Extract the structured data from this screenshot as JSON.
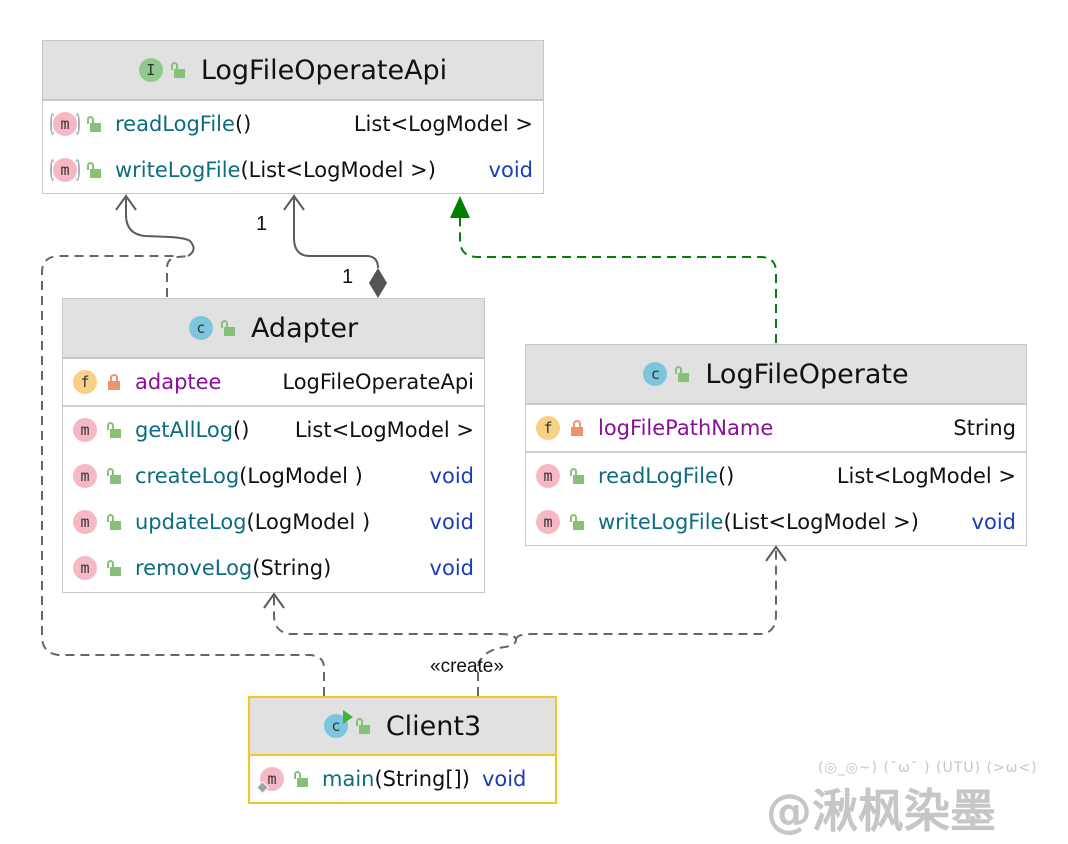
{
  "diagram": {
    "type": "UML class diagram",
    "classes": {
      "api": {
        "name": "LogFileOperateApi",
        "kind": "interface",
        "kind_icon": "I",
        "methods": [
          {
            "name": "readLogFile",
            "params": " ()",
            "type": "List<LogModel >",
            "abstract": true
          },
          {
            "name": "writeLogFile",
            "params": "(List<LogModel >)",
            "type": "void",
            "abstract": true
          }
        ]
      },
      "adapter": {
        "name": "Adapter",
        "kind": "class",
        "kind_icon": "c",
        "fields": [
          {
            "name": "adaptee",
            "type": "LogFileOperateApi",
            "visibility": "private"
          }
        ],
        "methods": [
          {
            "name": "getAllLog",
            "params": "()",
            "type": "List<LogModel >"
          },
          {
            "name": "createLog",
            "params": "(LogModel )",
            "type": "void"
          },
          {
            "name": "updateLog",
            "params": "(LogModel )",
            "type": "void"
          },
          {
            "name": "removeLog",
            "params": "(String)",
            "type": "void"
          }
        ]
      },
      "operate": {
        "name": "LogFileOperate",
        "kind": "class",
        "kind_icon": "c",
        "fields": [
          {
            "name": "logFilePathName",
            "type": "String",
            "visibility": "private",
            "final": true
          }
        ],
        "methods": [
          {
            "name": "readLogFile",
            "params": " ()",
            "type": "List<LogModel >"
          },
          {
            "name": "writeLogFile",
            "params": "(List<LogModel >)",
            "type": "void"
          }
        ]
      },
      "client": {
        "name": "Client3",
        "kind": "runnable class",
        "kind_icon": "c",
        "selected": true,
        "methods": [
          {
            "name": "main",
            "params": "(String[])",
            "type": "void",
            "static": true
          }
        ]
      }
    },
    "relations": [
      {
        "from": "Adapter",
        "to": "LogFileOperateApi",
        "kind": "realization-dependency",
        "style": "solid-open-arrow"
      },
      {
        "from": "Adapter",
        "to": "LogFileOperateApi",
        "kind": "composition",
        "source_multiplicity": "1",
        "target_multiplicity": "1"
      },
      {
        "from": "LogFileOperate",
        "to": "LogFileOperateApi",
        "kind": "implements",
        "color": "#008000"
      },
      {
        "from": "Client3",
        "to": "Adapter",
        "kind": "dependency",
        "label": "«create»"
      },
      {
        "from": "Client3",
        "to": "LogFileOperate",
        "kind": "dependency",
        "label": "«create»"
      },
      {
        "from": "Client3",
        "to": "LogFileOperateApi",
        "kind": "dependency"
      }
    ],
    "labels": {
      "mult_target": "1",
      "mult_source": "1",
      "create": "«create»"
    },
    "watermark": {
      "emoticons": "(◎_◎~) (˘ω˘ ) (UTU) (>ω<)",
      "author": "@湫枫染墨"
    },
    "colors": {
      "header_bg": "#e1e1e1",
      "border": "#c8c8c8",
      "selected_border": "#f2c625",
      "method_name": "#0e6c80",
      "field_name": "#871094",
      "void": "#1b3db5",
      "implements_line": "#008000",
      "dependency_line": "#5c5c5c"
    }
  }
}
